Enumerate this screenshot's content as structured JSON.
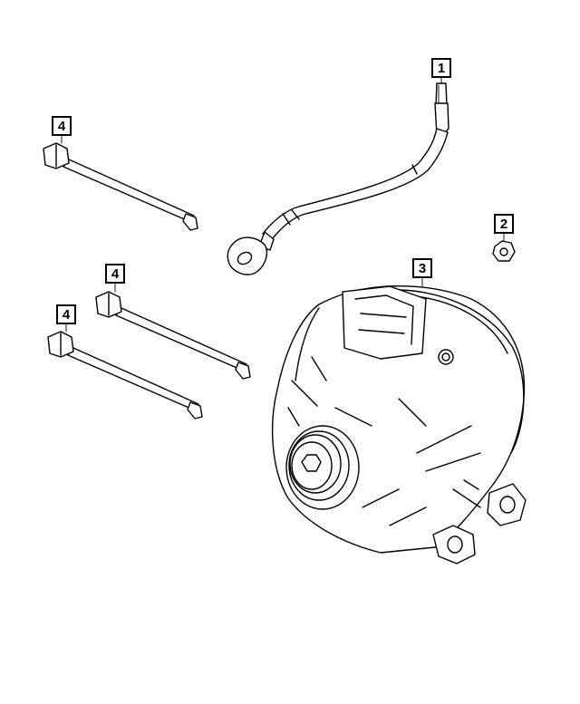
{
  "callouts": [
    {
      "id": "cable",
      "label": "1"
    },
    {
      "id": "nut",
      "label": "2"
    },
    {
      "id": "alternator",
      "label": "3"
    },
    {
      "id": "bolt-a",
      "label": "4"
    },
    {
      "id": "bolt-b",
      "label": "4"
    },
    {
      "id": "bolt-c",
      "label": "4"
    }
  ],
  "colors": {
    "line": "#000000",
    "background": "#ffffff"
  }
}
